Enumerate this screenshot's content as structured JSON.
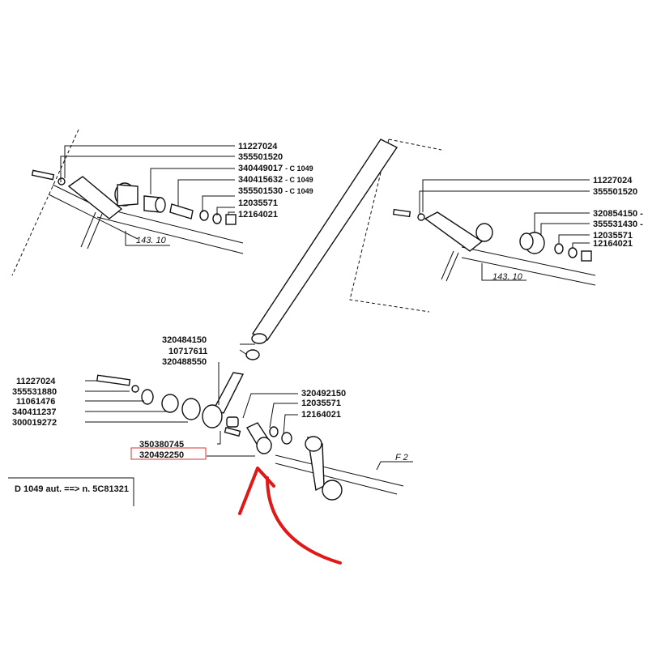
{
  "labels": {
    "top_left": [
      {
        "text": "11227024"
      },
      {
        "text": "355501520"
      },
      {
        "text": "340449017",
        "suffix": "- C 1049"
      },
      {
        "text": "340415632",
        "suffix": "- C 1049"
      },
      {
        "text": "355501530",
        "suffix": "- C 1049"
      },
      {
        "text": "12035571"
      },
      {
        "text": "12164021"
      }
    ],
    "top_right": [
      {
        "text": "11227024"
      },
      {
        "text": "355501520"
      },
      {
        "text": "320854150 -"
      },
      {
        "text": "355531430 -"
      },
      {
        "text": "12035571"
      },
      {
        "text": "12164021"
      }
    ],
    "center": [
      {
        "text": "320484150"
      },
      {
        "text": "10717611"
      },
      {
        "text": "320488550"
      }
    ],
    "bottom_left": [
      {
        "text": "11227024"
      },
      {
        "text": "355531880"
      },
      {
        "text": "11061476"
      },
      {
        "text": "340411237"
      },
      {
        "text": "300019272"
      }
    ],
    "bottom_mid": [
      {
        "text": "350380745"
      },
      {
        "text": "320492250"
      }
    ],
    "bottom_right": [
      {
        "text": "320492150"
      },
      {
        "text": "12035571"
      },
      {
        "text": "12164021"
      }
    ]
  },
  "refs": {
    "left": "143. 10",
    "right": "143. 10",
    "f2": "F 2"
  },
  "note": {
    "text": "D 1049 aut. ==> n. 5C81321"
  },
  "colors": {
    "line": "#111111",
    "highlight": "#e03030",
    "arrow": "#e01818"
  }
}
